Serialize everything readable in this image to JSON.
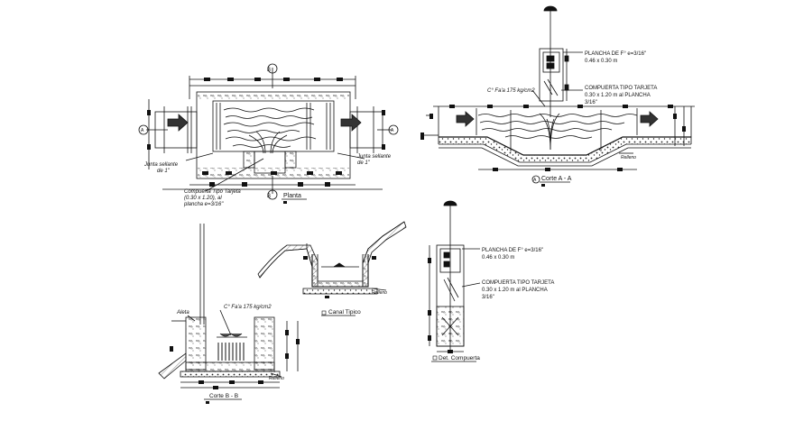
{
  "labels": {
    "planta": "Planta",
    "junta_sellante_left_1": "Junta sellante",
    "junta_sellante_left_2": "de 1\"",
    "junta_sellante_right_1": "Junta sellante",
    "junta_sellante_right_2": "de 1\"",
    "compuerta_tipo_tarjeta_plan_1": "Compuerta Tipo Tarjeta",
    "compuerta_tipo_tarjeta_plan_2": "(0.30 x 1.20), al",
    "compuerta_tipo_tarjeta_plan_3": "plancha e=3/16\"",
    "cfaa_top": "C° Fa'a 175 kg/cm2",
    "plancha_top_1": "PLANCHA DE F° e=3/16\"",
    "plancha_top_2": "0.46 x 0.30 m",
    "compuerta_top_1": "COMPUERTA TIPO TARJETA",
    "compuerta_top_2": "0.30 x 1.20 m al PLANCHA",
    "compuerta_top_3": "3/16\"",
    "corte_aa": "Corte A - A",
    "canal_tipico": "Canal Tipico",
    "aleta": "Aleta",
    "cfaa_bottom": "C° Fa'a 175 kg/cm2",
    "corte_bb": "Corte B - B",
    "plancha_det_1": "PLANCHA DE F° e=3/16\"",
    "plancha_det_2": "0.46 x 0.30 m",
    "compuerta_det_1": "COMPUERTA TIPO TARJETA",
    "compuerta_det_2": "0.30 x 1.20 m al PLANCHA",
    "compuerta_det_3": "3/16\"",
    "det_compuerta": "Det. Compuerta",
    "relleno_1": "Relleno",
    "relleno_2": "Relleno",
    "relleno_3": "Relleno",
    "marker_b_top": "B",
    "marker_b_bottom": "B",
    "marker_a_left": "A",
    "marker_a_right": "A",
    "marker_a_cut": "A"
  },
  "colors": {
    "line": "#111111",
    "hatch": "#444444",
    "background": "#ffffff"
  }
}
